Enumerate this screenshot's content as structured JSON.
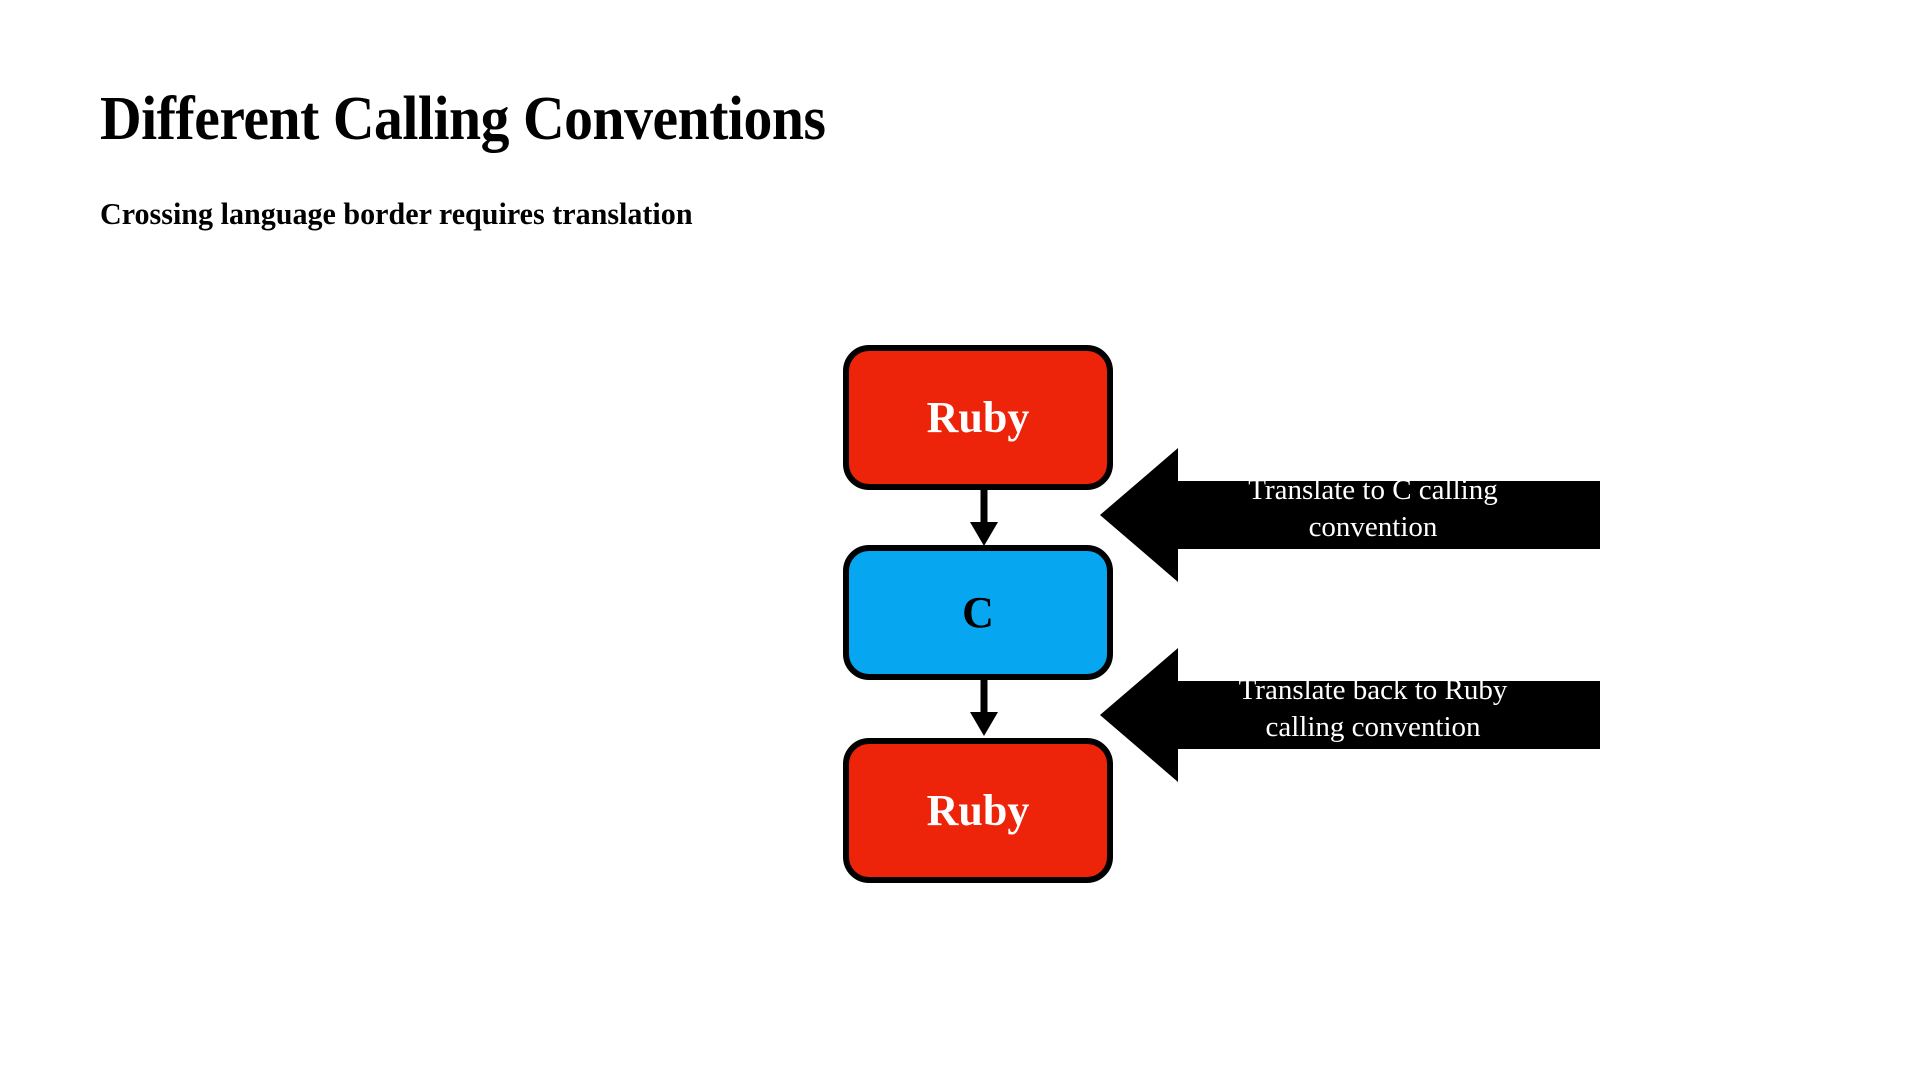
{
  "slide": {
    "background_color": "#ffffff",
    "title": "Different Calling Conventions",
    "subtitle": "Crossing language border requires translation"
  },
  "diagram": {
    "type": "flow",
    "nodes": [
      {
        "id": "ruby-top",
        "label": "Ruby",
        "fill": "#ED2409",
        "text_color": "#ffffff",
        "border_color": "#000000"
      },
      {
        "id": "c",
        "label": "C",
        "fill": "#06A7F0",
        "text_color": "#000000",
        "border_color": "#000000"
      },
      {
        "id": "ruby-bottom",
        "label": "Ruby",
        "fill": "#ED2409",
        "text_color": "#ffffff",
        "border_color": "#000000"
      }
    ],
    "connectors": [
      {
        "id": "ruby-to-c",
        "from": "ruby-top",
        "to": "c",
        "direction": "down"
      },
      {
        "id": "c-to-ruby",
        "from": "c",
        "to": "ruby-bottom",
        "direction": "down"
      }
    ],
    "annotations": [
      {
        "id": "annotation-to-c",
        "text": "Translate to C calling convention",
        "line1": "Translate to C calling",
        "line2": "convention",
        "fill": "#000000",
        "text_color": "#ffffff",
        "points_to": "left"
      },
      {
        "id": "annotation-to-ruby",
        "text": "Translate back to Ruby calling convention",
        "line1": "Translate back to Ruby",
        "line2": "calling convention",
        "fill": "#000000",
        "text_color": "#ffffff",
        "points_to": "left"
      }
    ]
  }
}
